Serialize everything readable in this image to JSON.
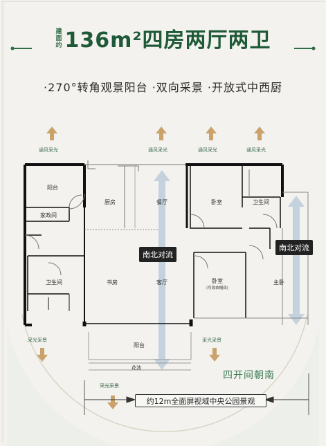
{
  "header": {
    "small_label": "建面约",
    "title": "136m²四房两厅两卫"
  },
  "subtitle": "·270°转角观景阳台 ·双向采景 ·开放式中西厨",
  "top_labels": [
    "通风采光",
    "通风采光",
    "通风采光",
    "通风采光"
  ],
  "rooms": {
    "balcony_small": "阳台",
    "maid_room": "家政间",
    "kitchen": "厨房",
    "dining": "餐厅",
    "bedroom_top": "卧室",
    "bathroom_right": "卫生间",
    "bathroom_left": "卫生间",
    "study": "书房",
    "living": "客厅",
    "bedroom_mid": "卧室",
    "bedroom_mid_note": "(可改衣帽间)",
    "master": "主卧",
    "balcony_big": "阳台",
    "planter": "花池"
  },
  "flow_labels": [
    "南北对流",
    "南北对流"
  ],
  "bottom_labels": [
    "采光采景",
    "采光采景",
    "采光采景"
  ],
  "facing": "四开间朝南",
  "view_text": "约12m全面屏视域中央公园景观",
  "colors": {
    "brand_green": "#1f5a38",
    "arrow_tan": "#c9a36b",
    "flow_blue": "#9fb8d1",
    "wall": "#111111"
  }
}
